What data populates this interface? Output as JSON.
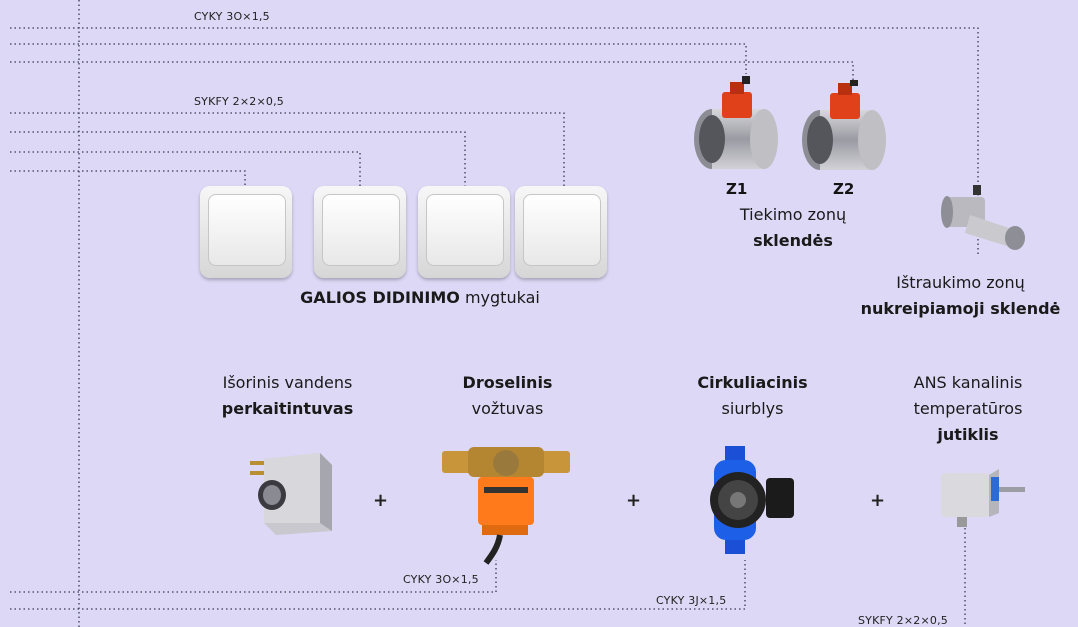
{
  "cables": {
    "top_power": "CYKY 3O×1,5",
    "top_signal": "SYKFY 2×2×0,5",
    "valve_power": "CYKY 3O×1,5",
    "pump_power": "CYKY 3J×1,5",
    "sensor_signal": "SYKFY 2×2×0,5"
  },
  "dampers": {
    "z1": "Z1",
    "z2": "Z2",
    "supply_line1": "Tiekimo zonų",
    "supply_line2": "sklendės",
    "exhaust_line1": "Ištraukimo zonų",
    "exhaust_line2": "nukreipiamoji sklendė"
  },
  "buttons": {
    "label_bold": "GALIOS DIDINIMO",
    "label_rest": "mygtukai"
  },
  "components": {
    "heater": {
      "line1": "Išorinis vandens",
      "line2": "perkaitintuvas"
    },
    "valve": {
      "line1": "Droselinis",
      "line2": "vožtuvas"
    },
    "pump": {
      "line1": "Cirkuliacinis",
      "line2": "siurblys"
    },
    "sensor": {
      "line1": "ANS kanalinis",
      "line2": "temperatūros",
      "line3": "jutiklis"
    }
  },
  "plus_symbol": "+"
}
